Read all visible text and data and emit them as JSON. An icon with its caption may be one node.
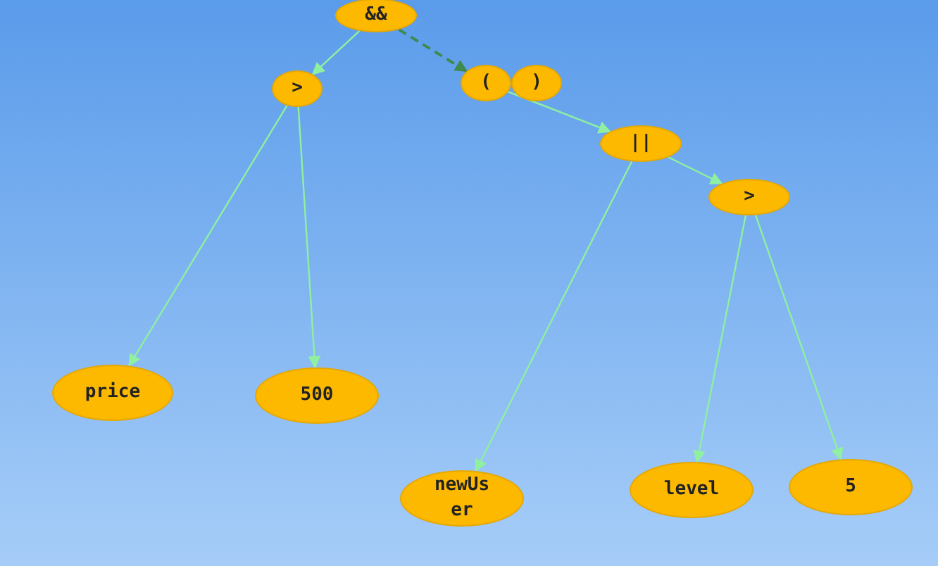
{
  "diagram": {
    "nodes": [
      {
        "text": [
          "&&"
        ]
      },
      {
        "text": [
          ">"
        ]
      },
      {
        "text": [
          "("
        ]
      },
      {
        "text": [
          ")"
        ]
      },
      {
        "text": [
          "||"
        ]
      },
      {
        "text": [
          ">"
        ]
      },
      {
        "text": [
          "price"
        ]
      },
      {
        "text": [
          "500"
        ]
      },
      {
        "text": [
          "newUser"
        ]
      },
      {
        "text": [
          "level"
        ]
      },
      {
        "text": [
          "5"
        ]
      }
    ],
    "edges": [
      {
        "from": 0,
        "to": 1,
        "arrow": "to"
      },
      {
        "from": 0,
        "to": 2,
        "arrow": "to",
        "style": "dashed",
        "color": "#3e8a4e"
      },
      {
        "from": 2,
        "to": 4,
        "arrow": "to"
      },
      {
        "from": 4,
        "to": 5,
        "arrow": "to"
      },
      {
        "from": 1,
        "to": 6,
        "arrow": "to"
      },
      {
        "from": 1,
        "to": 7,
        "arrow": "to"
      },
      {
        "from": 4,
        "to": 8,
        "arrow": "to"
      },
      {
        "from": 5,
        "to": 9,
        "arrow": "to"
      },
      {
        "from": 5,
        "to": 10,
        "arrow": "to"
      }
    ]
  }
}
